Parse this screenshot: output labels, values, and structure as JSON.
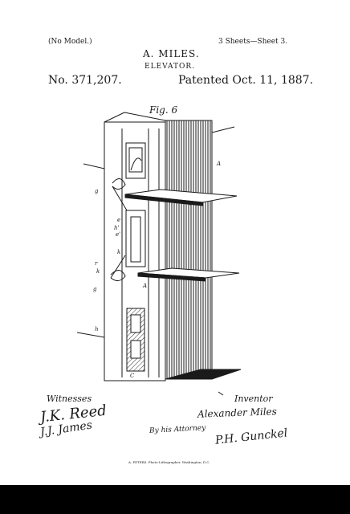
{
  "header": {
    "no_model": "(No Model.)",
    "sheets": "3 Sheets—Sheet 3.",
    "inventor_name": "A. MILES.",
    "invention": "ELEVATOR.",
    "patent_number": "No. 371,207.",
    "patent_date": "Patented Oct. 11, 1887."
  },
  "figure": {
    "label": "Fig. 6",
    "ref_letters": [
      "A",
      "g",
      "e",
      "h'",
      "e'",
      "r",
      "k",
      "g",
      "h",
      "k",
      "A",
      "C",
      "r"
    ]
  },
  "footer": {
    "witnesses_label": "Witnesses",
    "inventor_label": "Inventor",
    "witness_1": "J.K. Reed",
    "witness_2": "J.J. James",
    "inventor_signature": "Alexander Miles",
    "by_attorney": "By his Attorney",
    "attorney_signature": "P.H. Gunckel",
    "printer_credit": "A. PETERS. Photo-Lithographer. Washington, D.C."
  },
  "colors": {
    "ink": "#1a1a1a",
    "paper": "#ffffff"
  }
}
